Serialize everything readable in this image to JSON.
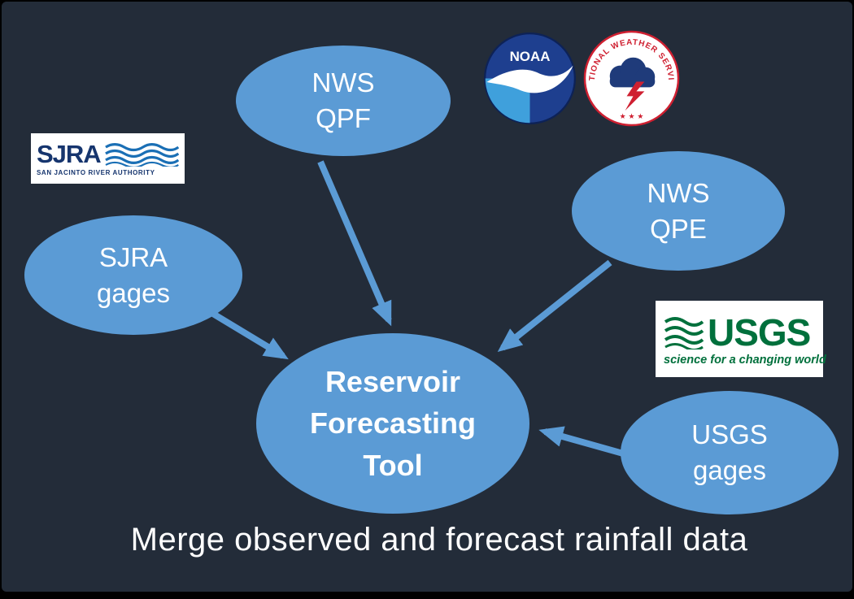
{
  "colors": {
    "background": "#232c39",
    "node_fill": "#5b9bd5",
    "node_text": "#ffffff",
    "arrow": "#5b9bd5",
    "caption_text": "#ffffff",
    "sjra_blue": "#16356e",
    "usgs_green": "#00703c",
    "nws_red": "#cf2031",
    "noaa_navy": "#1e3f8f"
  },
  "nodes": {
    "nws_qpf": {
      "lines": [
        "NWS",
        "QPF"
      ]
    },
    "nws_qpe": {
      "lines": [
        "NWS",
        "QPE"
      ]
    },
    "sjra_gages": {
      "lines": [
        "SJRA",
        "gages"
      ]
    },
    "usgs_gages": {
      "lines": [
        "USGS",
        "gages"
      ]
    },
    "reservoir_tool": {
      "lines": [
        "Reservoir",
        "Forecasting",
        "Tool"
      ]
    }
  },
  "caption": "Merge observed and forecast rainfall data",
  "logos": {
    "sjra": {
      "name": "SJRA",
      "subtitle": "SAN JACINTO RIVER AUTHORITY"
    },
    "noaa": {
      "label": "NOAA"
    },
    "nws": {
      "label": "NATIONAL WEATHER SERVICE",
      "stars": "★ ★ ★"
    },
    "usgs": {
      "name": "USGS",
      "tagline": "science for a changing world"
    }
  }
}
